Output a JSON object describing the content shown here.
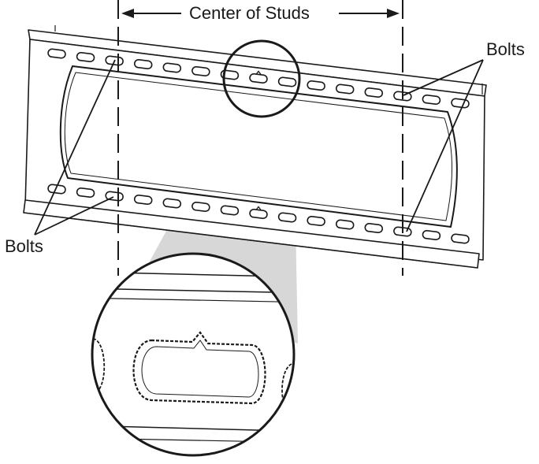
{
  "labels": {
    "center_of_studs": "Center of Studs",
    "bolts_right": "Bolts",
    "bolts_left": "Bolts"
  },
  "colors": {
    "ink": "#1a1a1a",
    "beam_fill": "#d7d7d7",
    "paper": "#ffffff"
  }
}
